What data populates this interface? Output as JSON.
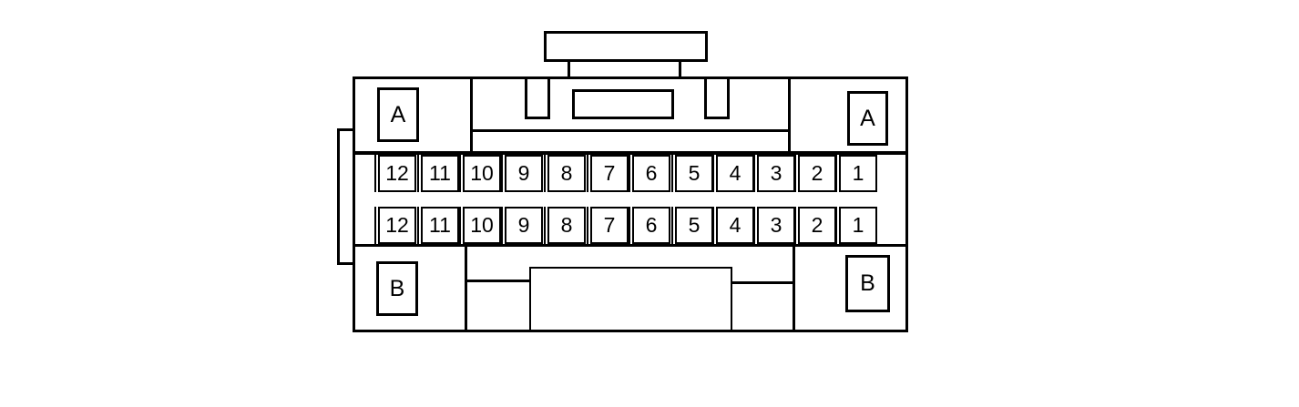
{
  "diagram": {
    "type": "connector-end-view",
    "colors": {
      "line": "#000000",
      "background": "#ffffff"
    },
    "cavity_labels": {
      "top_left": "A",
      "top_right": "A",
      "bottom_left": "B",
      "bottom_right": "B"
    },
    "pin_rows": [
      {
        "row": "upper",
        "pins": [
          "12",
          "11",
          "10",
          "9",
          "8",
          "7",
          "6",
          "5",
          "4",
          "3",
          "2",
          "1"
        ]
      },
      {
        "row": "lower",
        "pins": [
          "12",
          "11",
          "10",
          "9",
          "8",
          "7",
          "6",
          "5",
          "4",
          "3",
          "2",
          "1"
        ]
      }
    ]
  }
}
